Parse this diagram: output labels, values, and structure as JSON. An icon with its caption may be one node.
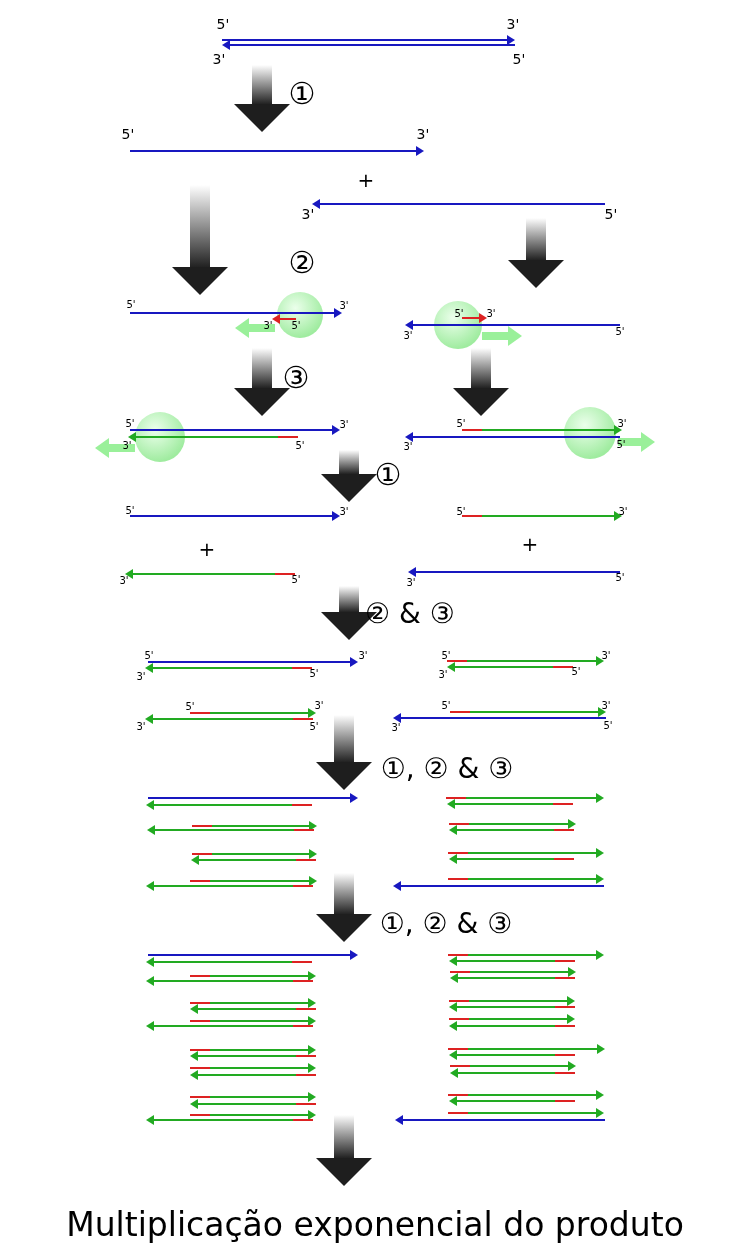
{
  "diagram": {
    "caption": "Multiplicação exponencial do produto",
    "labels": [
      "5'",
      "3'",
      "3'",
      "5'",
      "①",
      "5'",
      "3'",
      "+",
      "3'",
      "5'",
      "②",
      "5'",
      "3'",
      "5'",
      "3'",
      "3'",
      "5'",
      "3'",
      "5'",
      "③",
      "5'",
      "3'",
      "5'",
      "3'",
      "3'",
      "5'",
      "3'",
      "5'",
      "①",
      "5'",
      "3'",
      "5'",
      "3'",
      "+",
      "+",
      "3'",
      "5'",
      "3'",
      "5'",
      "② & ③",
      "5'",
      "3'",
      "5'",
      "3'",
      "3'",
      "5'",
      "3'",
      "5'",
      "5'",
      "3'",
      "5'",
      "3'",
      "3'",
      "5'",
      "3'",
      "5'",
      "①, ② & ③",
      "①, ② & ③"
    ]
  }
}
